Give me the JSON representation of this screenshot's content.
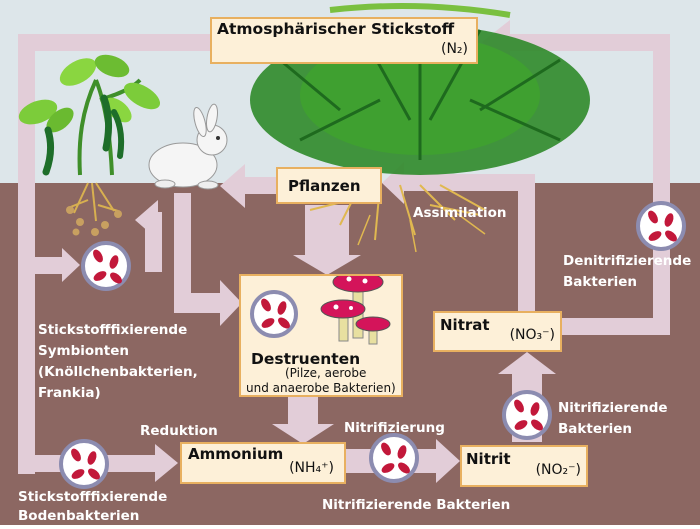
{
  "boxes": {
    "atmosphere": {
      "title": "Atmosphärischer Stickstoff",
      "formula": "(N₂)"
    },
    "plants": {
      "title": "Pflanzen"
    },
    "decomposers": {
      "title": "Destruenten",
      "sub1": "(Pilze, aerobe",
      "sub2": "und anaerobe Bakterien)"
    },
    "nitrate": {
      "title": "Nitrat",
      "formula": "(NO₃⁻)"
    },
    "ammonium": {
      "title": "Ammonium",
      "formula": "(NH₄⁺)"
    },
    "nitrite": {
      "title": "Nitrit",
      "formula": "(NO₂⁻)"
    }
  },
  "labels": {
    "assimilation": "Assimilation",
    "denitrifying_1": "Denitrifizierende",
    "denitrifying_2": "Bakterien",
    "symbionts_1": "Stickstofffixierende",
    "symbionts_2": "Symbionten",
    "symbionts_3": "(Knöllchenbakterien,",
    "symbionts_4": "Frankia)",
    "reduction": "Reduktion",
    "nitrification": "Nitrifizierung",
    "nitrifying_right_1": "Nitrifizierende",
    "nitrifying_right_2": "Bakterien",
    "soil_bacteria_1": "Stickstofffixierende",
    "soil_bacteria_2": "Bodenbakterien",
    "nitrifying_bottom": "Nitrifizierende Bakterien"
  },
  "colors": {
    "sky": "#dde6ea",
    "soil": "#8c6762",
    "arrow": "#e2cdd8",
    "box_fill": "#fdf0d8",
    "box_border": "#e8b060",
    "plant_green": "#2f8a2a",
    "bacteria": "#c2183a",
    "mushroom": "#d4145a"
  }
}
